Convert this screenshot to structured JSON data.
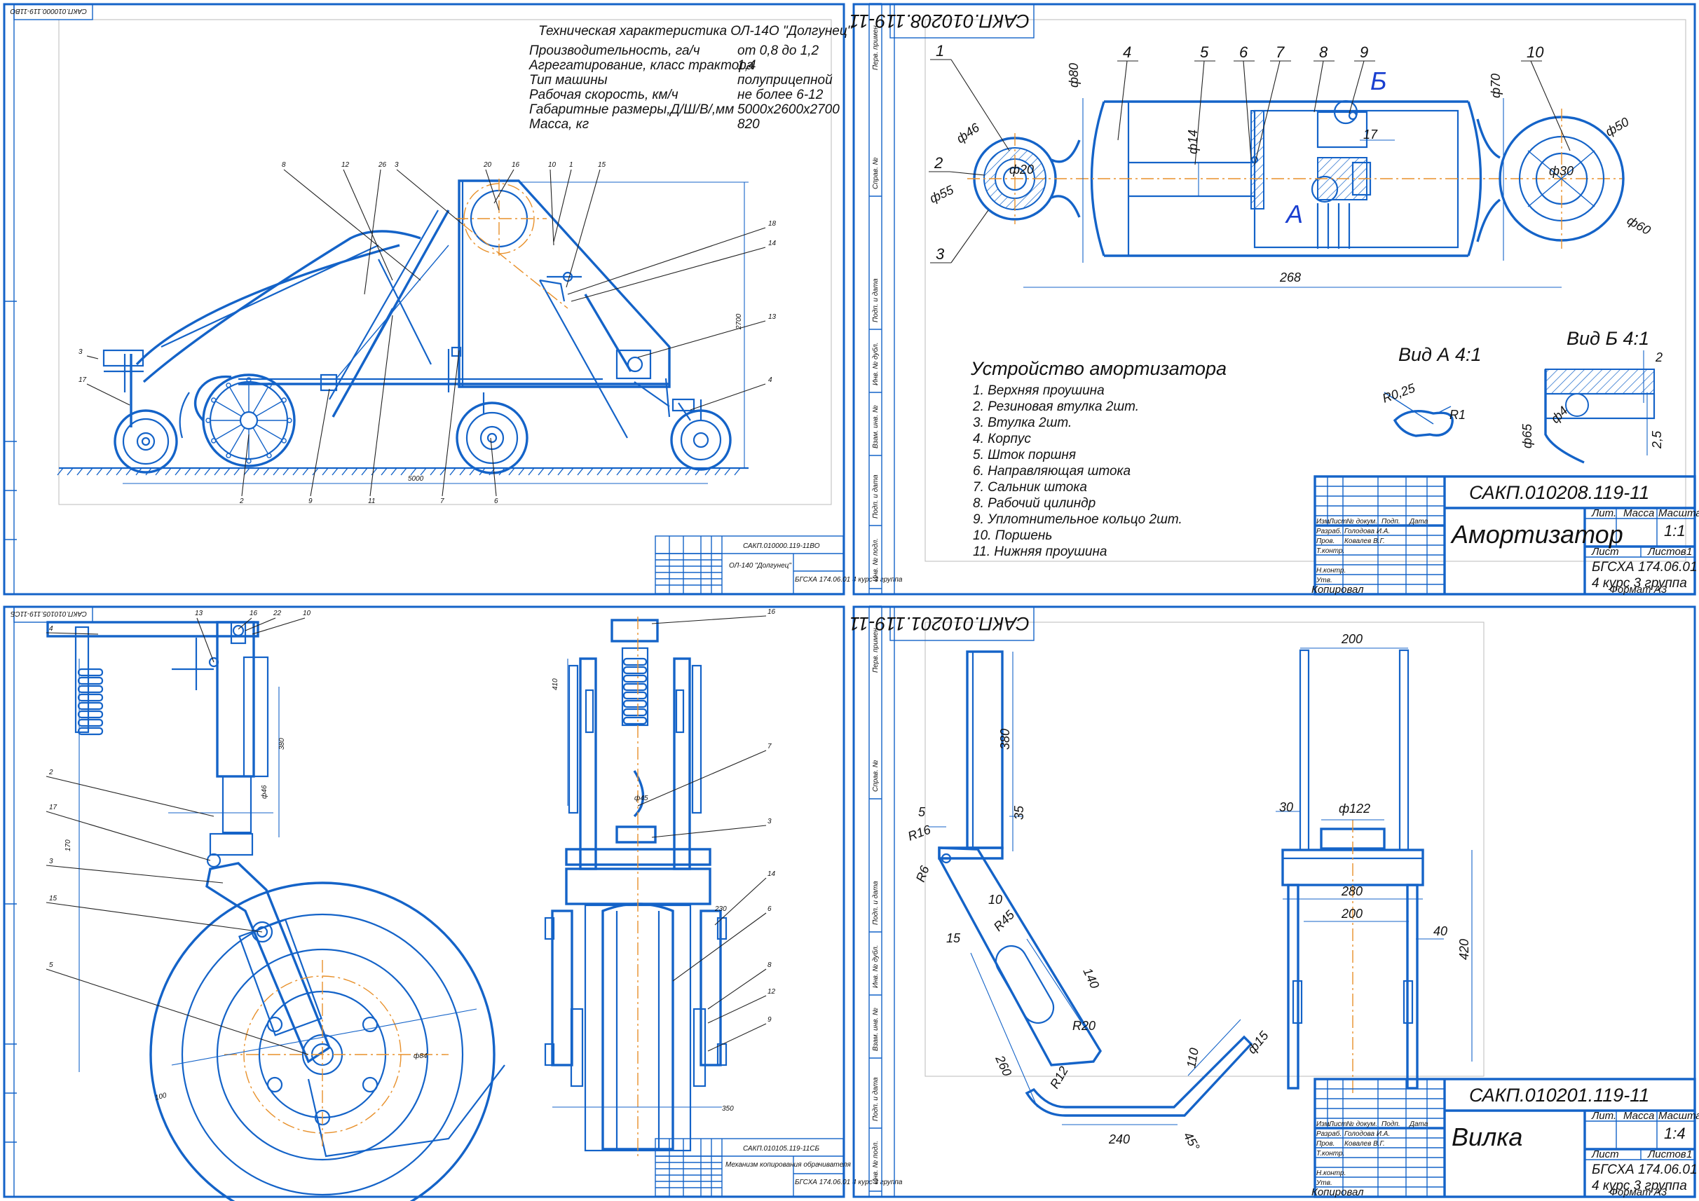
{
  "sheet1": {
    "stamp_code": "САКП.010000.119-11ВО",
    "spec_title": "Техническая характеристика ОЛ-14О \"Долгунец\"",
    "specs": [
      {
        "label": "Производительность, га/ч",
        "value": "от 0,8 до 1,2"
      },
      {
        "label": "Агрегатирование, класс трактора",
        "value": "1,4"
      },
      {
        "label": "Тип машины",
        "value": "полуприцепной"
      },
      {
        "label": "Рабочая скорость, км/ч",
        "value": "не более 6-12"
      },
      {
        "label": "Габаритные размеры,Д/Ш/В/,мм",
        "value": "5000х2600х2700"
      },
      {
        "label": "Масса, кг",
        "value": "820"
      }
    ],
    "title_block_code": "САКП.010000.119-11ВО",
    "title_block_name": "ОЛ-140 \"Долгунец\"",
    "title_block_org": "БГСХА 174.06.01 4 курс 3 группа",
    "dimension_length": "5000",
    "dimension_height": "2700",
    "callouts_top": [
      "8",
      "12",
      "26",
      "3",
      "20",
      "16",
      "10",
      "1",
      "15"
    ],
    "callouts_right": [
      "18",
      "14",
      "13",
      "4"
    ],
    "callouts_left": [
      "3",
      "17"
    ],
    "callouts_bottom": [
      "2",
      "9",
      "11",
      "7",
      "6"
    ]
  },
  "sheet2": {
    "stamp_code": "САКП.010208.119-11",
    "title_block_code": "САКП.010208.119-11",
    "title_block_name": "Амортизатор",
    "scale": "1:1",
    "sheet_label": "Лист",
    "sheets_label": "Листов",
    "sheets_value": "1",
    "col_lit": "Лит.",
    "col_mass": "Масса",
    "col_scale": "Масштаб",
    "org_line1": "БГСХА   174.06.01",
    "org_line2": "4 курс   3 группа",
    "footer_copy": "Копировал",
    "footer_format": "Формат   А3",
    "roles": [
      "Изм.",
      "Лист",
      "№ докум.",
      "Подп.",
      "Дата"
    ],
    "people": [
      {
        "role": "Разраб.",
        "name": "Голодова И.А."
      },
      {
        "role": "Пров.",
        "name": "Ковалев В.Г."
      },
      {
        "role": "Т.контр.",
        "name": ""
      },
      {
        "role": "Н.контр.",
        "name": ""
      },
      {
        "role": "Утв.",
        "name": ""
      }
    ],
    "callouts": [
      "1",
      "2",
      "3",
      "4",
      "5",
      "6",
      "7",
      "8",
      "9",
      "10"
    ],
    "dims": {
      "d80": "ф80",
      "d14": "ф14",
      "d46": "ф46",
      "d20": "ф20",
      "d55": "ф55",
      "d70": "ф70",
      "d50": "ф50",
      "d30": "ф30",
      "d60": "ф60",
      "len268": "268",
      "len17": "17"
    },
    "view_a_label": "Вид А  4:1",
    "view_b_label": "Вид Б  4:1",
    "view_a_dims": [
      "R0,25",
      "R1"
    ],
    "view_b_dims": [
      "2",
      "ф65",
      "ф4",
      "2,5"
    ],
    "section_a": "А",
    "section_b": "Б",
    "device_title": "Устройство амортизатора",
    "device_items": [
      "1. Верхняя проушина",
      "2. Резиновая втулка 2шт.",
      "3. Втулка 2шт.",
      "4. Корпус",
      "5. Шток поршня",
      "6. Направляющая штока",
      "7. Сальник штока",
      "8. Рабочий цилиндр",
      "9. Уплотнительное кольцо 2шт.",
      "10. Поршень",
      "11. Нижняя проушина"
    ],
    "side_labels": [
      "Перв. примен.",
      "Справ. №",
      "Подп. и дата",
      "Инв. № дубл.",
      "Взам. инв. №",
      "Подп. и дата",
      "Инв. № подл."
    ]
  },
  "sheet3": {
    "stamp_code": "САКП.010105.119-11СБ",
    "title_block_code": "САКП.010105.119-11СБ",
    "title_block_name": "Механизм копирования обрачивателя",
    "callouts_left": [
      "4",
      "2",
      "17",
      "3",
      "15",
      "5"
    ],
    "callouts_top": [
      "13",
      "16",
      "22",
      "10"
    ],
    "callouts_right": [
      "16",
      "7",
      "3",
      "14",
      "6",
      "8",
      "12",
      "9"
    ],
    "dims": [
      "380",
      "ф46",
      "170",
      "ф45",
      "ф84",
      "230",
      "350",
      "410",
      "100"
    ],
    "title_block_org": "БГСХА 174.06.01 4 курс 3 группа"
  },
  "sheet4": {
    "stamp_code": "САКП.010201.119-11",
    "title_block_code": "САКП.010201.119-11",
    "title_block_name": "Вилка",
    "scale": "1:4",
    "sheet_label": "Лист",
    "sheets_label": "Листов",
    "sheets_value": "1",
    "col_lit": "Лит.",
    "col_mass": "Масса",
    "col_scale": "Масштаб",
    "org_line1": "БГСХА   174.06.01",
    "org_line2": "4 курс   3 группа",
    "footer_copy": "Копировал",
    "footer_format": "Формат   А3",
    "roles": [
      "Изм.",
      "Лист",
      "№ докум.",
      "Подп.",
      "Дата"
    ],
    "people": [
      {
        "role": "Разраб.",
        "name": "Голодова И.А."
      },
      {
        "role": "Пров.",
        "name": "Ковалев В.Г."
      },
      {
        "role": "Т.контр.",
        "name": ""
      },
      {
        "role": "Н.контр.",
        "name": ""
      },
      {
        "role": "Утв.",
        "name": ""
      }
    ],
    "dims": {
      "h380": "380",
      "h35": "35",
      "w5": "5",
      "r16": "R16",
      "r6": "R6",
      "w10": "10",
      "w15": "15",
      "r45": "R45",
      "l140": "140",
      "r20": "R20",
      "l260": "260",
      "r12": "R12",
      "l240": "240",
      "l110": "110",
      "d15": "ф15",
      "a45": "45°",
      "w200top": "200",
      "w30": "30",
      "d122": "ф122",
      "w280": "280",
      "w200": "200",
      "w40": "40",
      "h420": "420"
    },
    "side_labels": [
      "Перв. примен.",
      "Справ. №",
      "Подп. и дата",
      "Инв. № дубл.",
      "Взам. инв. №",
      "Подп. и дата",
      "Инв. № подл."
    ]
  }
}
